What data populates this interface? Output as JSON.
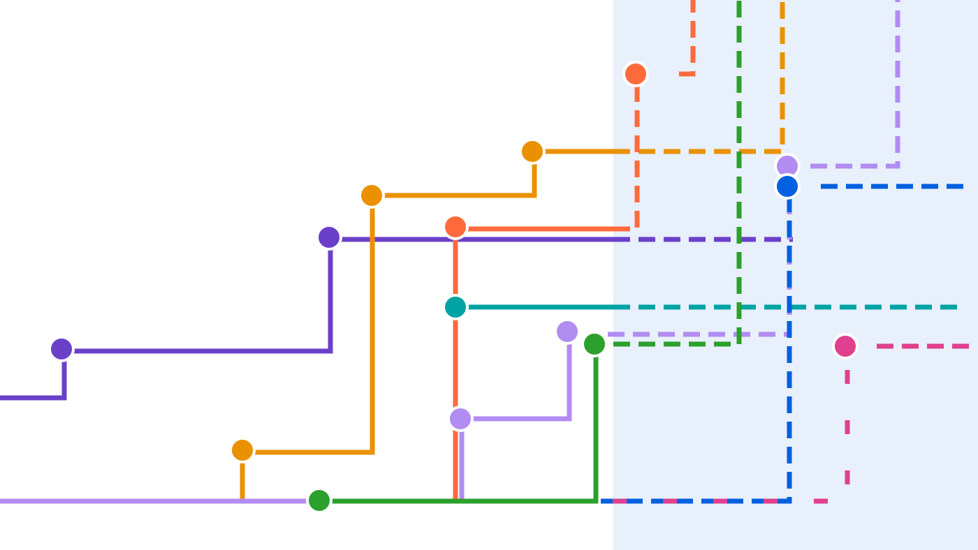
{
  "background": {
    "left": "#ffffff",
    "highlight": "#e8f0fc"
  },
  "branches": [
    {
      "name": "purple",
      "color": "#6b40c9"
    },
    {
      "name": "orange",
      "color": "#ea9100"
    },
    {
      "name": "red-orange",
      "color": "#ff6a3d"
    },
    {
      "name": "teal",
      "color": "#00a3a3"
    },
    {
      "name": "lavender",
      "color": "#b18cf1"
    },
    {
      "name": "green",
      "color": "#2ca02c"
    },
    {
      "name": "blue",
      "color": "#0060df"
    },
    {
      "name": "pink",
      "color": "#e0408d"
    }
  ]
}
